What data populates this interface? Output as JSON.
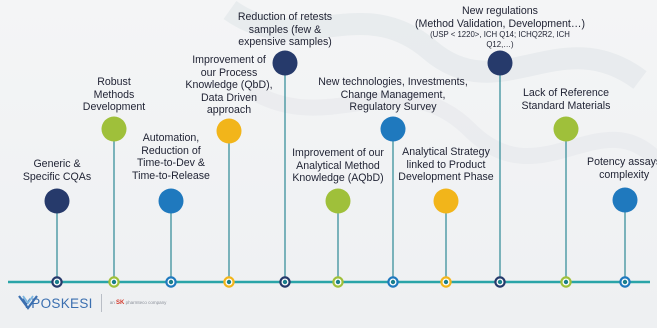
{
  "colors": {
    "navy": "#263a6b",
    "green": "#9fc03a",
    "blue": "#1f79be",
    "orange": "#f2b51a",
    "axis": "#2aa4a8",
    "stem": "#1a7f8c"
  },
  "milestones": [
    {
      "label": "Generic &\nSpecific CQAs",
      "color": "navy"
    },
    {
      "label": "Robust\nMethods\nDevelopment",
      "color": "green"
    },
    {
      "label": "Automation,\nReduction of\nTime-to-Dev &\nTime-to-Release",
      "color": "blue"
    },
    {
      "label": "Improvement of\nour Process\nKnowledge (QbD),\nData Driven\napproach",
      "color": "orange"
    },
    {
      "label": "Reduction of retests\nsamples (few &\nexpensive samples)",
      "color": "navy"
    },
    {
      "label": "Improvement of our\nAnalytical Method\nKnowledge (AQbD)",
      "color": "green"
    },
    {
      "label": "New technologies, Investments,\nChange Management,\nRegulatory Survey",
      "color": "blue"
    },
    {
      "label": "Analytical Strategy\nlinked to Product\nDevelopment Phase",
      "color": "orange"
    },
    {
      "label": "New regulations\n(Method Validation, Development…)",
      "sublabel": "(USP < 1220>, ICH Q14; ICHQ2R2, ICH\nQ12,…)",
      "color": "navy"
    },
    {
      "label": "Lack of Reference\nStandard Materials",
      "color": "green"
    },
    {
      "label": "Potency assays\ncomplexity",
      "color": "blue"
    }
  ],
  "logo": {
    "name": "YPOSKESI",
    "tagline_prefix": "an",
    "tagline_brand": "SK",
    "tagline_suffix": "pharmteco company"
  }
}
